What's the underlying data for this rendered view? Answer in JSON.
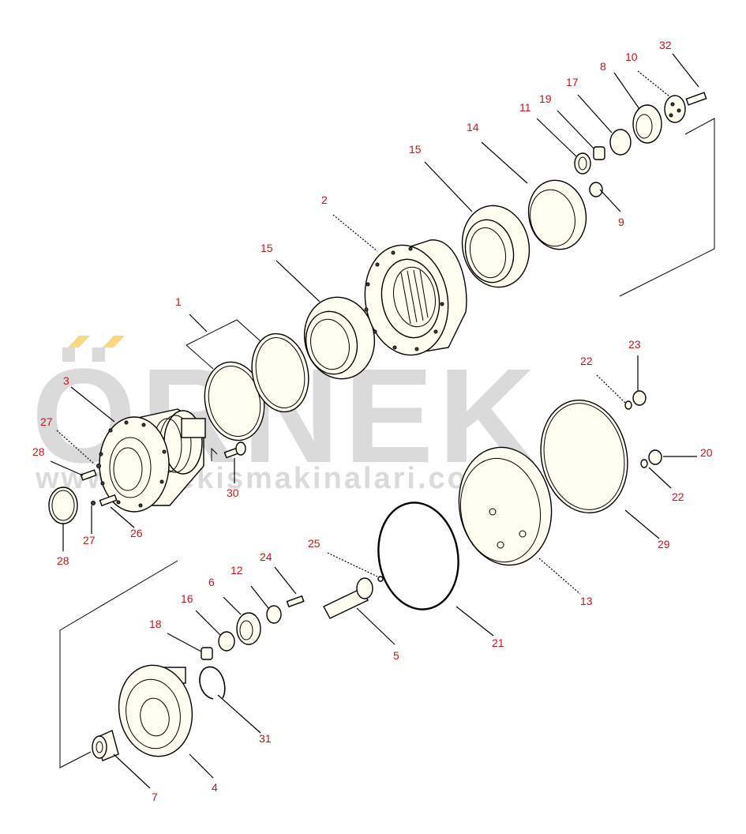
{
  "watermark": {
    "brand": "ÖRNEK",
    "website": "www.ornekismakinalari.com.tr",
    "accent_color": "#f2c94c",
    "text_color": "#bdbdbd"
  },
  "callout_color": "#c0161c",
  "callouts": [
    "1",
    "2",
    "3",
    "4",
    "5",
    "6",
    "7",
    "8",
    "9",
    "10",
    "11",
    "12",
    "13",
    "14",
    "15",
    "15",
    "16",
    "17",
    "18",
    "19",
    "20",
    "21",
    "22",
    "22",
    "23",
    "24",
    "25",
    "26",
    "27",
    "27",
    "28",
    "28",
    "29",
    "30",
    "31",
    "32"
  ]
}
